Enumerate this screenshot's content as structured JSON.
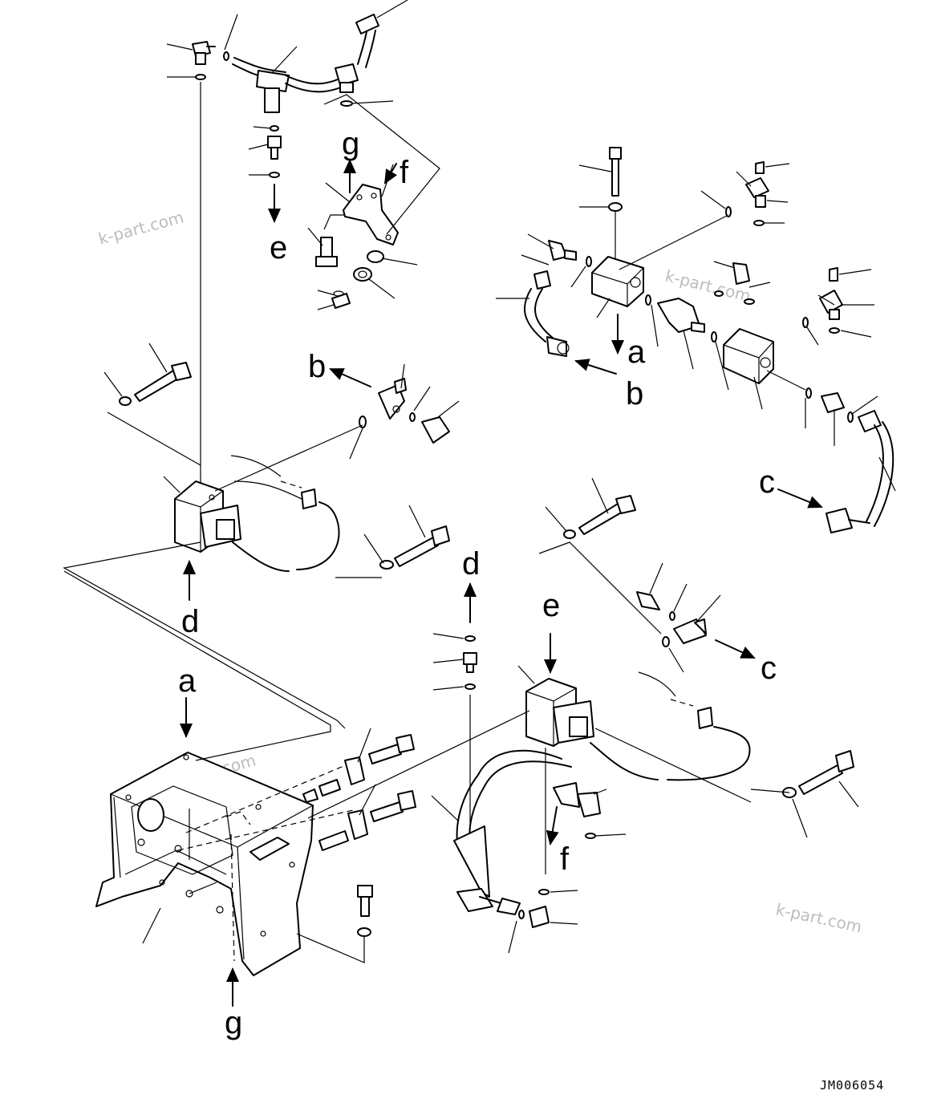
{
  "drawing_code": "JM006054",
  "watermark": "k-part.com",
  "labels": {
    "a": "a",
    "b": "b",
    "c": "c",
    "d": "d",
    "e": "e",
    "f": "f",
    "g": "g"
  }
}
